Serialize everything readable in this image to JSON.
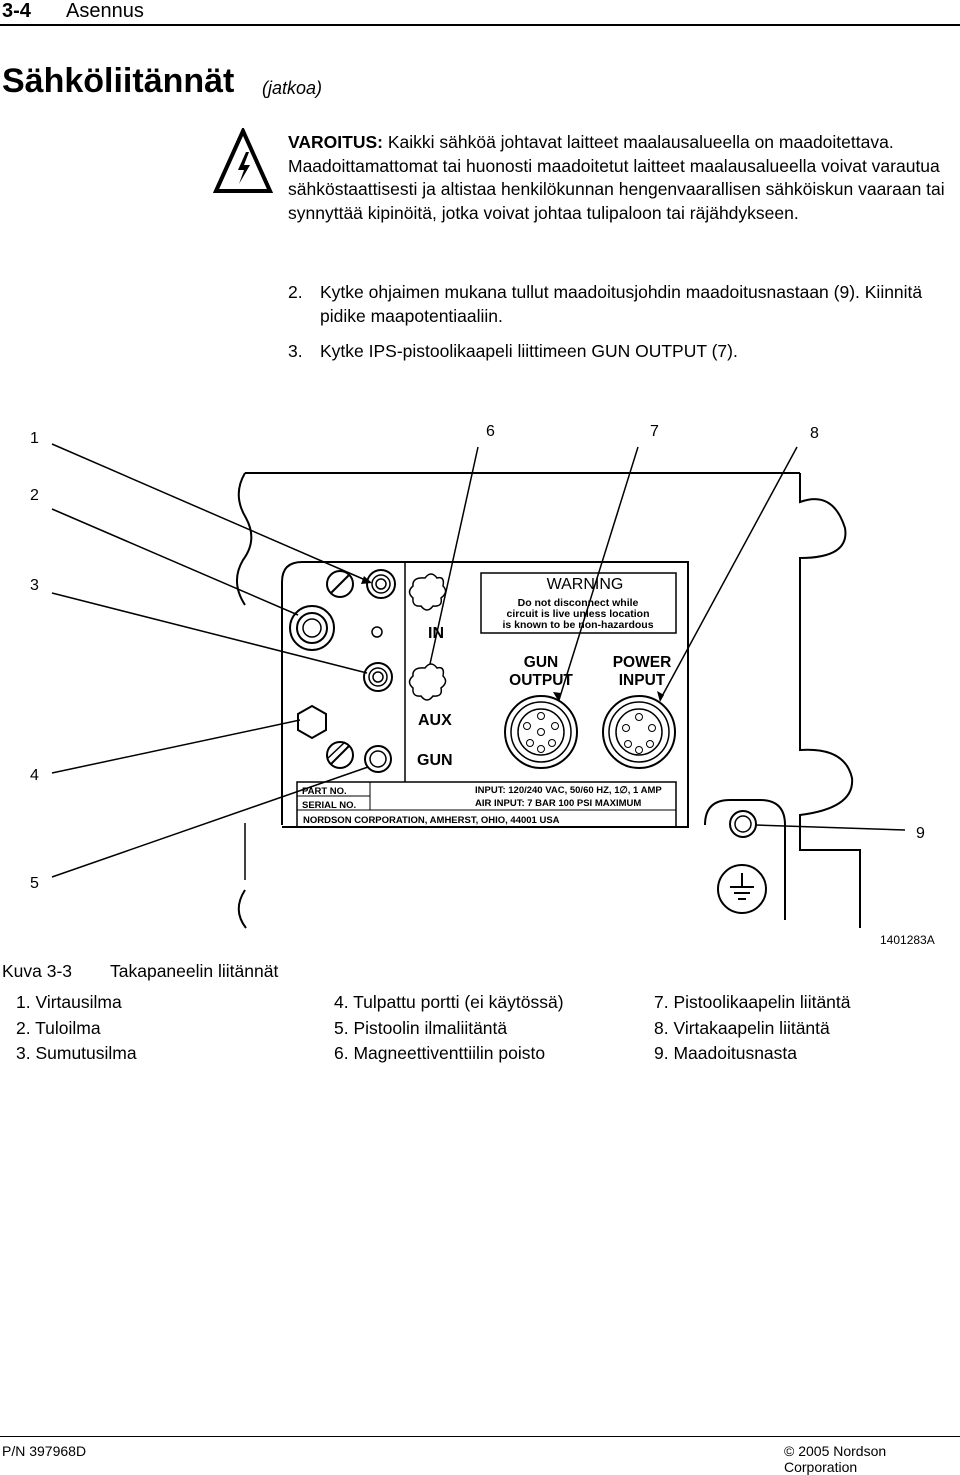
{
  "header": {
    "section": "3-4",
    "chapter": "Asennus"
  },
  "title": {
    "main": "Sähköliitännät",
    "sub": "(jatkoa)"
  },
  "warning": {
    "label": "VAROITUS:",
    "text": "Kaikki sähköä johtavat laitteet maalausalueella on maadoitettava. Maadoittamattomat tai huonosti maadoitetut laitteet maalausalueella voivat varautua sähköstaattisesti ja altistaa henkilökunnan hengenvaarallisen sähköiskun vaaraan tai synnyttää kipinöitä, jotka voivat johtaa tulipaloon tai räjähdykseen."
  },
  "steps": [
    {
      "num": "2.",
      "text": "Kytke ohjaimen mukana tullut maadoitusjohdin maadoitusnastaan (9). Kiinnitä pidike maapotentiaaliin."
    },
    {
      "num": "3.",
      "text": "Kytke IPS-pistoolikaapeli liittimeen GUN OUTPUT (7)."
    }
  ],
  "diagram": {
    "callouts": [
      "1",
      "2",
      "3",
      "4",
      "5",
      "6",
      "7",
      "8",
      "9"
    ],
    "panel": {
      "warning_title": "WARNING",
      "warning_lines": [
        "Do not disconnect while",
        "circuit is live unless location",
        "is known to be non-hazardous"
      ],
      "in": "IN",
      "aux": "AUX",
      "gun": "GUN",
      "gun_output": [
        "GUN",
        "OUTPUT"
      ],
      "power_input": [
        "POWER",
        "INPUT"
      ],
      "part_no": "PART NO.",
      "serial_no": "SERIAL NO.",
      "input_spec": "INPUT: 120/240 VAC, 50/60 HZ, 1∅, 1 AMP",
      "air_spec": "AIR INPUT: 7 BAR 100 PSI MAXIMUM",
      "maker": "NORDSON   CORPORATION,     AMHERST,     OHIO,     44001     USA"
    },
    "figure_id": "1401283A"
  },
  "caption": {
    "label": "Kuva 3-3",
    "text": "Takapaneelin liitännät"
  },
  "legend": [
    [
      "1. Virtausilma",
      "4. Tulpattu portti (ei käytössä)",
      "7. Pistoolikaapelin liitäntä"
    ],
    [
      "2. Tuloilma",
      "5. Pistoolin ilmaliitäntä",
      "8. Virtakaapelin liitäntä"
    ],
    [
      "3. Sumutusilma",
      "6. Magneettiventtiilin poisto",
      "9. Maadoitusnasta"
    ]
  ],
  "footer": {
    "left": "P/N 397968D",
    "right": "© 2005 Nordson Corporation"
  }
}
